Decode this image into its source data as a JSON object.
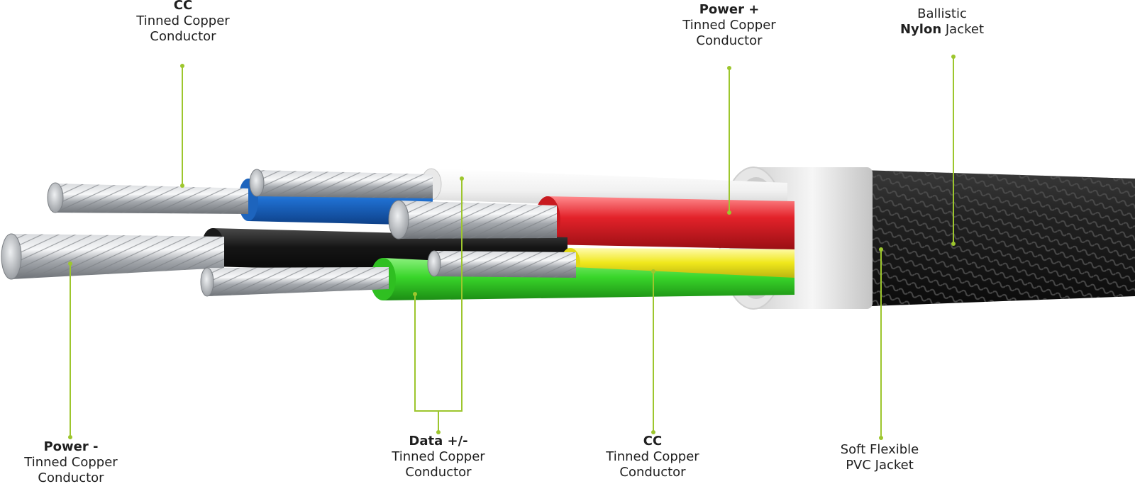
{
  "accent_color": "#9dc62d",
  "labels": {
    "cc_top": {
      "bold": "CC",
      "line1": "Tinned Copper",
      "line2": "Conductor"
    },
    "power_plus": {
      "bold": "Power +",
      "line1": "Tinned Copper",
      "line2": "Conductor"
    },
    "nylon": {
      "line1": "Ballistic",
      "bold": "Nylon",
      "rest": " Jacket"
    },
    "power_minus": {
      "bold": "Power -",
      "line1": "Tinned Copper",
      "line2": "Conductor"
    },
    "data": {
      "bold": "Data +/-",
      "line1": "Tinned Copper",
      "line2": "Conductor"
    },
    "cc_bottom": {
      "bold": "CC",
      "line1": "Tinned Copper",
      "line2": "Conductor"
    },
    "pvc": {
      "line1": "Soft Flexible",
      "line2": "PVC Jacket"
    }
  },
  "wire_colors": {
    "blue": "#1f6fd0",
    "black": "#151515",
    "green": "#39d62a",
    "white": "#f3f3f3",
    "red": "#e3222a",
    "yellow": "#f0e81c",
    "nylon_jacket": "#1c1c1c",
    "pvc_ring": "#ececec"
  }
}
